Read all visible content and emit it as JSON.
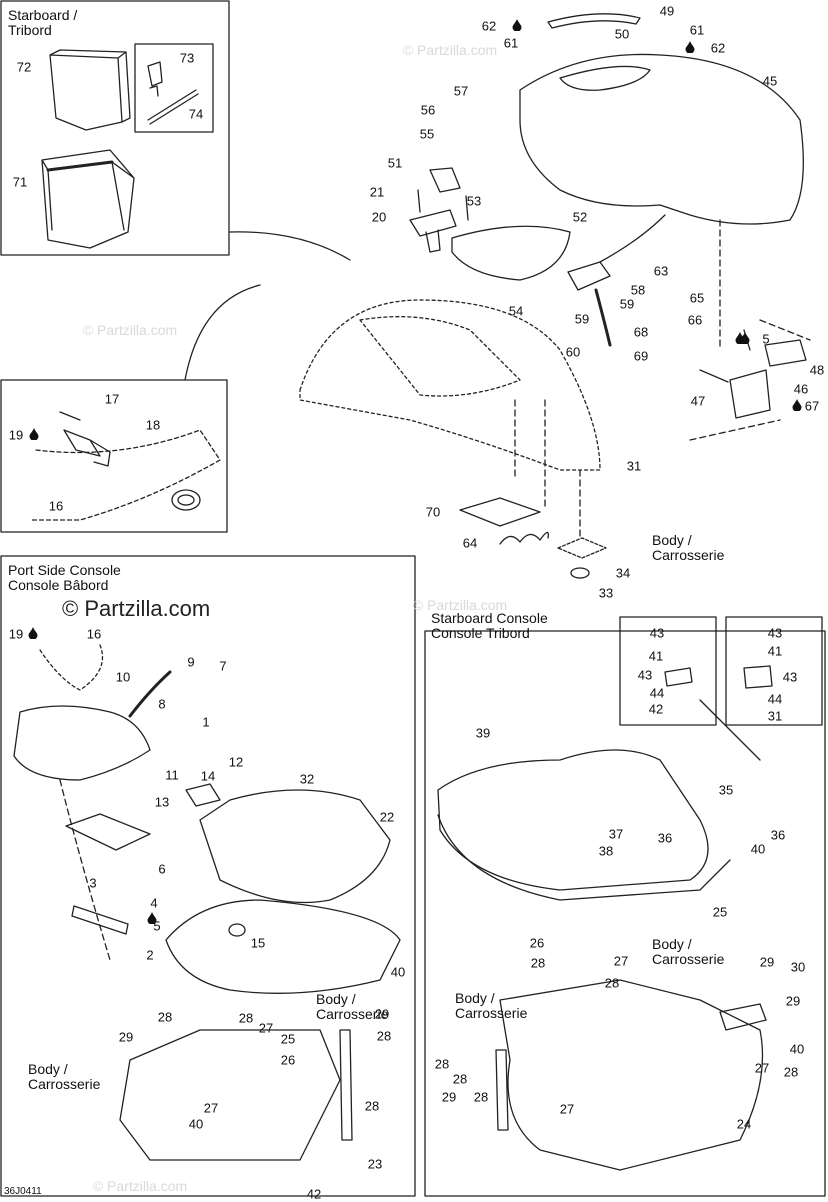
{
  "insets": {
    "starboard_bin": {
      "title_line1": "Starboard /",
      "title_line2": "Tribord"
    },
    "port_console": {
      "title_line1": "Port Side Console",
      "title_line2": "Console Bâbord"
    },
    "starboard_console": {
      "title_line1": "Starboard Console",
      "title_line2": "Console Tribord"
    }
  },
  "body_label_1": {
    "line1": "Body /",
    "line2": "Carrosserie"
  },
  "body_label_2": {
    "line1": "Body /",
    "line2": "Carrosserie"
  },
  "body_label_3": {
    "line1": "Body /",
    "line2": "Carrosserie"
  },
  "body_label_4": {
    "line1": "Body /",
    "line2": "Carrosserie"
  },
  "body_label_5": {
    "line1": "Body /",
    "line2": "Carrosserie"
  },
  "brand_watermark": "© Partzilla.com",
  "faint_watermark": "© Partzilla.com",
  "figure_reference": "36J0411",
  "drop_icon_color": "#111111",
  "callouts": [
    {
      "text": "72"
    },
    {
      "text": "73"
    },
    {
      "text": "74"
    },
    {
      "text": "71"
    },
    {
      "text": "62"
    },
    {
      "text": "61"
    },
    {
      "text": "49"
    },
    {
      "text": "50"
    },
    {
      "text": "61"
    },
    {
      "text": "62"
    },
    {
      "text": "57"
    },
    {
      "text": "45"
    },
    {
      "text": "56"
    },
    {
      "text": "55"
    },
    {
      "text": "51"
    },
    {
      "text": "21"
    },
    {
      "text": "53"
    },
    {
      "text": "20"
    },
    {
      "text": "52"
    },
    {
      "text": "63"
    },
    {
      "text": "58"
    },
    {
      "text": "54"
    },
    {
      "text": "59"
    },
    {
      "text": "59"
    },
    {
      "text": "68"
    },
    {
      "text": "60"
    },
    {
      "text": "69"
    },
    {
      "text": "65"
    },
    {
      "text": "66"
    },
    {
      "text": "5"
    },
    {
      "text": "48"
    },
    {
      "text": "47"
    },
    {
      "text": "46"
    },
    {
      "text": "67"
    },
    {
      "text": "17"
    },
    {
      "text": "18"
    },
    {
      "text": "19"
    },
    {
      "text": "16"
    },
    {
      "text": "31"
    },
    {
      "text": "70"
    },
    {
      "text": "64"
    },
    {
      "text": "34"
    },
    {
      "text": "33"
    },
    {
      "text": "19"
    },
    {
      "text": "16"
    },
    {
      "text": "9"
    },
    {
      "text": "7"
    },
    {
      "text": "10"
    },
    {
      "text": "8"
    },
    {
      "text": "1"
    },
    {
      "text": "12"
    },
    {
      "text": "11"
    },
    {
      "text": "14"
    },
    {
      "text": "32"
    },
    {
      "text": "13"
    },
    {
      "text": "22"
    },
    {
      "text": "6"
    },
    {
      "text": "3"
    },
    {
      "text": "4"
    },
    {
      "text": "5"
    },
    {
      "text": "15"
    },
    {
      "text": "2"
    },
    {
      "text": "40"
    },
    {
      "text": "28"
    },
    {
      "text": "29"
    },
    {
      "text": "28"
    },
    {
      "text": "27"
    },
    {
      "text": "25"
    },
    {
      "text": "26"
    },
    {
      "text": "29"
    },
    {
      "text": "28"
    },
    {
      "text": "28"
    },
    {
      "text": "27"
    },
    {
      "text": "40"
    },
    {
      "text": "23"
    },
    {
      "text": "42"
    },
    {
      "text": "43"
    },
    {
      "text": "41"
    },
    {
      "text": "43"
    },
    {
      "text": "44"
    },
    {
      "text": "42"
    },
    {
      "text": "43"
    },
    {
      "text": "41"
    },
    {
      "text": "43"
    },
    {
      "text": "44"
    },
    {
      "text": "31"
    },
    {
      "text": "39"
    },
    {
      "text": "35"
    },
    {
      "text": "36"
    },
    {
      "text": "37"
    },
    {
      "text": "38"
    },
    {
      "text": "36"
    },
    {
      "text": "40"
    },
    {
      "text": "25"
    },
    {
      "text": "26"
    },
    {
      "text": "28"
    },
    {
      "text": "27"
    },
    {
      "text": "28"
    },
    {
      "text": "29"
    },
    {
      "text": "30"
    },
    {
      "text": "29"
    },
    {
      "text": "28"
    },
    {
      "text": "28"
    },
    {
      "text": "29"
    },
    {
      "text": "40"
    },
    {
      "text": "28"
    },
    {
      "text": "27"
    },
    {
      "text": "28"
    },
    {
      "text": "27"
    },
    {
      "text": "24"
    }
  ],
  "drops": [
    {
      "glyph": "💧"
    },
    {
      "glyph": "💧"
    },
    {
      "glyph": "💧"
    },
    {
      "glyph": "💧"
    },
    {
      "glyph": "💧"
    },
    {
      "glyph": "💧"
    },
    {
      "glyph": "💧"
    },
    {
      "glyph": "💧"
    }
  ]
}
